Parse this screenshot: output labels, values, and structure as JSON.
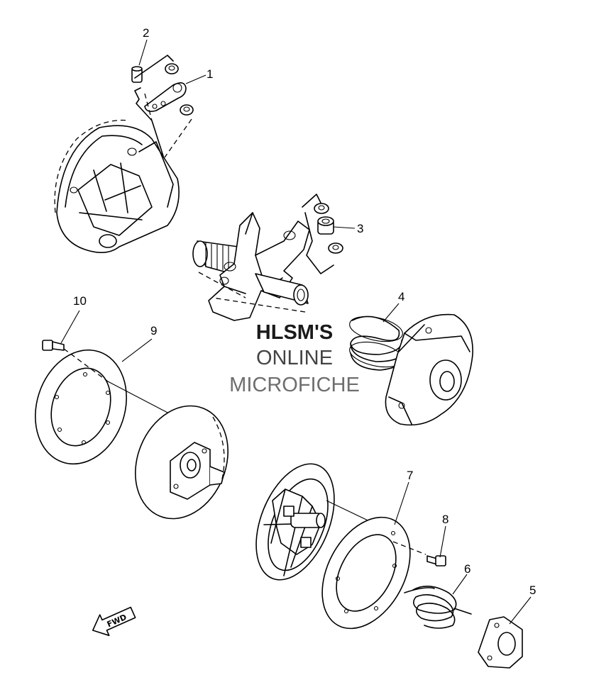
{
  "callouts": [
    {
      "id": "1",
      "label": "1"
    },
    {
      "id": "2",
      "label": "2"
    },
    {
      "id": "3",
      "label": "3"
    },
    {
      "id": "4",
      "label": "4"
    },
    {
      "id": "5",
      "label": "5"
    },
    {
      "id": "6",
      "label": "6"
    },
    {
      "id": "7",
      "label": "7"
    },
    {
      "id": "8",
      "label": "8"
    },
    {
      "id": "9",
      "label": "9"
    },
    {
      "id": "10",
      "label": "10"
    }
  ],
  "watermark": {
    "line1": "HLSM'S",
    "line2": "ONLINE",
    "line3": "MICROFICHE",
    "colors": [
      "#1a1a1a",
      "#444444",
      "#6e6e6e"
    ]
  },
  "fwd_arrow": {
    "label": "FWD"
  },
  "icons": [
    "fwd-arrow-icon"
  ]
}
